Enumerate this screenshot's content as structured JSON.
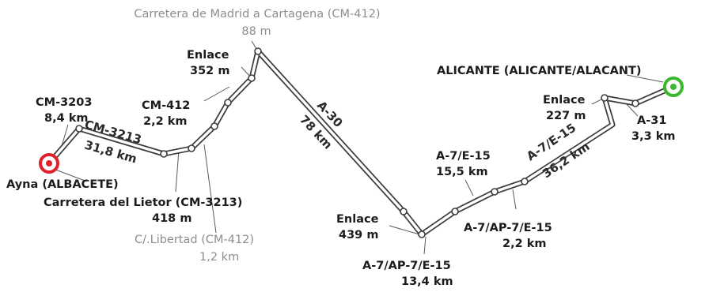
{
  "map": {
    "start": {
      "name": "Ayna (ALBACETE)",
      "color": "#e0202a"
    },
    "end": {
      "name": "ALICANTE (ALICANTE/ALACANT)",
      "color": "#3cb82f"
    },
    "labels": {
      "cm3203_name": "CM-3203",
      "cm3203_dist": "8,4 km",
      "cm3213_road": "CM-3213",
      "cm3213_dist": "31,8 km",
      "cm412_name": "CM-412",
      "cm412_dist": "2,2 km",
      "enlace1_name": "Enlace",
      "enlace1_dist": "352 m",
      "madrid_cartagena_name": "Carretera de Madrid a Cartagena (CM-412)",
      "madrid_cartagena_dist": "88 m",
      "lietor_name": "Carretera del Lietor (CM-3213)",
      "lietor_dist": "418 m",
      "libertad_name": "C/.Libertad (CM-412)",
      "libertad_dist": "1,2 km",
      "a30_road": "A-30",
      "a30_dist": "78 km",
      "enlace2_name": "Enlace",
      "enlace2_dist": "439 m",
      "a7ap7_1_name": "A-7/AP-7/E-15",
      "a7ap7_1_dist": "13,4 km",
      "a7e15_1_name": "A-7/E-15",
      "a7e15_1_dist": "15,5 km",
      "a7ap7_2_name": "A-7/AP-7/E-15",
      "a7ap7_2_dist": "2,2 km",
      "a7e15_2_road": "A-7/E-15",
      "a7e15_2_dist": "36,2 km",
      "enlace3_name": "Enlace",
      "enlace3_dist": "227 m",
      "a31_name": "A-31",
      "a31_dist": "3,3 km"
    }
  }
}
